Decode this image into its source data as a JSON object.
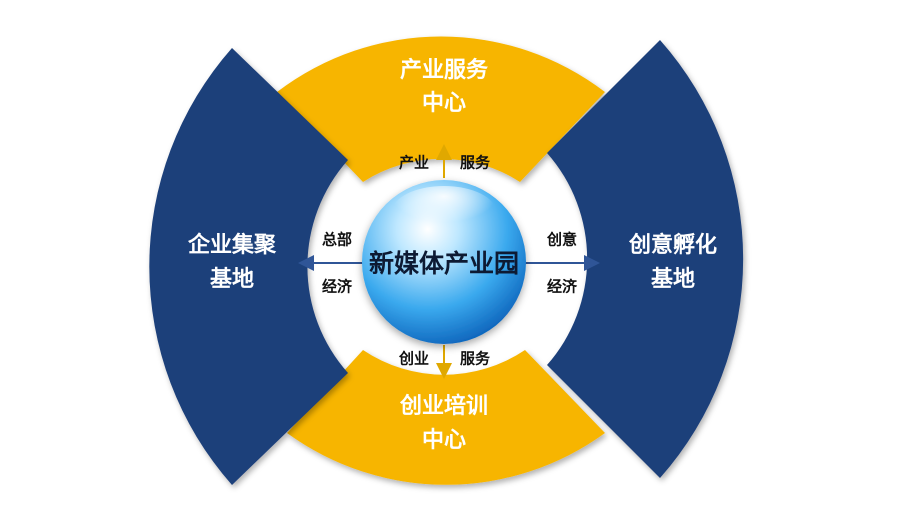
{
  "center": {
    "label": "新媒体产业园"
  },
  "nodes": {
    "top": {
      "line1": "产业服务",
      "line2": "中心",
      "color": "#F7B500"
    },
    "bottom": {
      "line1": "创业培训",
      "line2": "中心",
      "color": "#F7B500"
    },
    "left": {
      "line1": "企业集聚",
      "line2": "基地",
      "color": "#1E3F7A"
    },
    "right": {
      "line1": "创意孵化",
      "line2": "基地",
      "color": "#1E3F7A"
    }
  },
  "connectors": {
    "top": {
      "left_text": "产业",
      "right_text": "服务"
    },
    "bottom": {
      "left_text": "创业",
      "right_text": "服务"
    },
    "left": {
      "upper_text": "总部",
      "lower_text": "经济"
    },
    "right": {
      "upper_text": "创意",
      "lower_text": "经济"
    }
  }
}
